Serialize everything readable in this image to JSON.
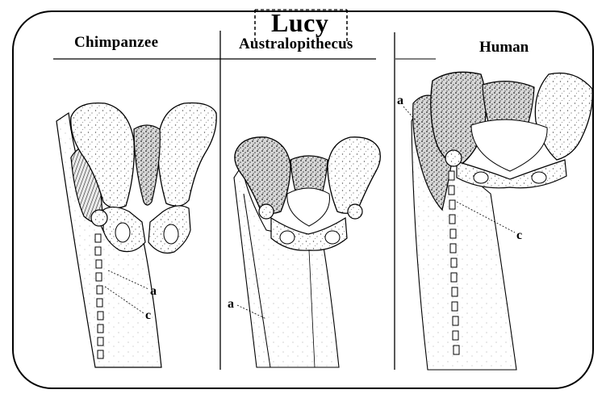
{
  "titles": {
    "lucy": "Lucy",
    "chimpanzee": "Chimpanzee",
    "australopithecus": "Australopithecus",
    "human": "Human"
  },
  "labels": {
    "chimp_a": "a",
    "chimp_c": "c",
    "australopithecus_a": "a",
    "human_a": "a",
    "human_c": "c"
  }
}
